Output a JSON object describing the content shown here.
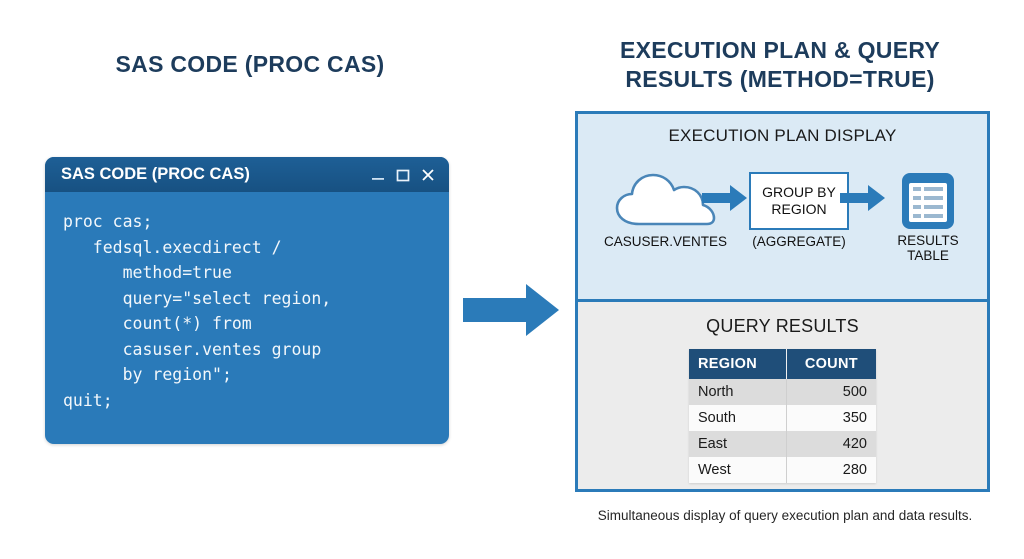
{
  "headings": {
    "left": "SAS CODE (PROC CAS)",
    "right_line1": "EXECUTION PLAN & QUERY",
    "right_line2": "RESULTS (METHOD=TRUE)"
  },
  "code_window": {
    "title": "SAS CODE (PROC CAS)",
    "controls": {
      "minimize": "minimize-icon",
      "maximize": "maximize-icon",
      "close": "close-icon"
    },
    "code": "proc cas;\n   fedsql.execdirect /\n      method=true\n      query=\"select region,\n      count(*) from\n      casuser.ventes group\n      by region\";\nquit;"
  },
  "flow_arrow": {
    "icon": "right-arrow-icon"
  },
  "execution_plan": {
    "title": "EXECUTION PLAN DISPLAY",
    "nodes": [
      {
        "icon": "cloud-icon",
        "label": "CASUSER.VENTES"
      },
      {
        "box_text": "GROUP BY\nREGION",
        "label": "(AGGREGATE)"
      },
      {
        "icon": "results-table-icon",
        "label": "RESULTS\nTABLE"
      }
    ],
    "arrows": [
      "right-arrow-icon",
      "right-arrow-icon"
    ]
  },
  "query_results": {
    "title": "QUERY RESULTS",
    "columns": [
      "REGION",
      "COUNT"
    ],
    "rows": [
      [
        "North",
        "500"
      ],
      [
        "South",
        "350"
      ],
      [
        "East",
        "420"
      ],
      [
        "West",
        "280"
      ]
    ]
  },
  "caption": "Simultaneous display of query execution plan and data results.",
  "colors": {
    "heading_navy": "#1d3c5c",
    "code_body_blue": "#2a7ab9",
    "code_title_blue": "#1e5f96",
    "accent_blue": "#2b7bb9",
    "table_header_navy": "#1f4e79",
    "plan_bg": "#dbeaf5",
    "results_bg": "#ececec"
  }
}
